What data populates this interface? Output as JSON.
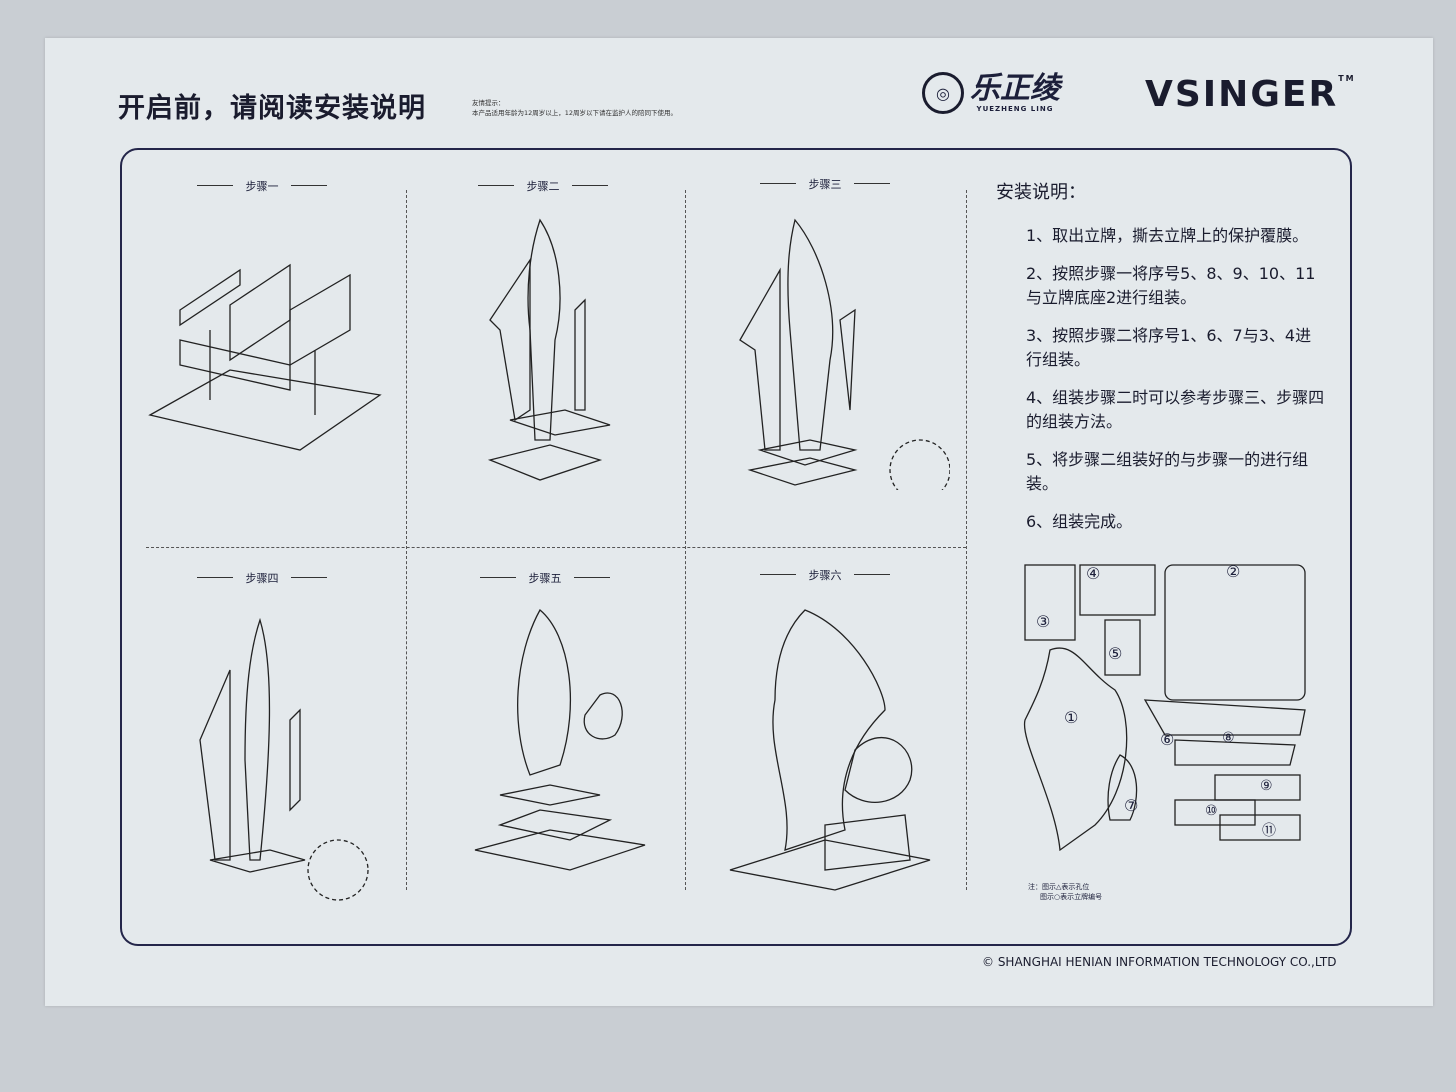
{
  "header": {
    "title": "开启前，请阅读安装说明",
    "tip_heading": "友情提示：",
    "tip_text": "本产品适用年龄为12周岁以上，12周岁以下请在监护人的陪同下使用。",
    "brand1": "乐正绫",
    "brand1_sub": "YUEZHENG LING",
    "brand2": "VSINGER",
    "brand2_tm": "TM"
  },
  "steps": [
    "步骤一",
    "步骤二",
    "步骤三",
    "步骤四",
    "步骤五",
    "步骤六"
  ],
  "instructions": {
    "heading": "安装说明：",
    "items": [
      "1、取出立牌，撕去立牌上的保护覆膜。",
      "2、按照步骤一将序号5、8、9、10、11与立牌底座2进行组装。",
      "3、按照步骤二将序号1、6、7与3、4进行组装。",
      "4、组装步骤二时可以参考步骤三、步骤四的组装方法。",
      "5、将步骤二组装好的与步骤一的进行组装。",
      "6、组装完成。"
    ]
  },
  "parts_note": [
    "注：图示△表示孔位",
    "图示○表示立牌编号"
  ],
  "part_numbers": [
    "①",
    "②",
    "③",
    "④",
    "⑤",
    "⑥",
    "⑦",
    "⑧",
    "⑨",
    "⑩",
    "⑪"
  ],
  "footer": {
    "copyright": "© SHANGHAI HENIAN INFORMATION TECHNOLOGY CO.,LTD"
  }
}
